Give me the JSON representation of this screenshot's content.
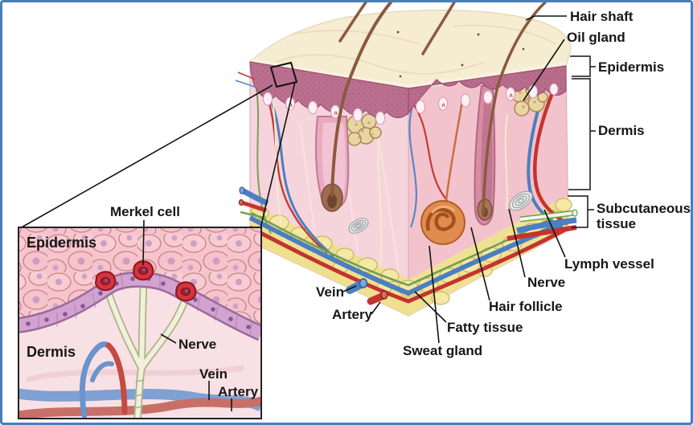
{
  "main": {
    "labels": {
      "hair_shaft": "Hair shaft",
      "oil_gland": "Oil gland",
      "epidermis": "Epidermis",
      "dermis": "Dermis",
      "subcutaneous_line1": "Subcutaneous",
      "subcutaneous_line2": "tissue",
      "lymph_vessel": "Lymph vessel",
      "nerve": "Nerve",
      "hair_follicle": "Hair follicle",
      "fatty_tissue": "Fatty tissue",
      "sweat_gland": "Sweat gland",
      "vein": "Vein",
      "artery": "Artery"
    }
  },
  "inset": {
    "labels": {
      "merkel_cell": "Merkel cell",
      "epidermis": "Epidermis",
      "dermis": "Dermis",
      "nerve": "Nerve",
      "vein": "Vein",
      "artery": "Artery"
    }
  },
  "colors": {
    "frame_border": "#4a7eba",
    "skin_surface": "#f5ecd2",
    "epidermis_band": "#bb6f8e",
    "dermis_pink": "#f3c6cf",
    "fat_yellow": "#eee08e",
    "artery_red": "#c4332f",
    "vein_blue": "#4a7fc1",
    "lymph_green": "#6f9e53",
    "nerve_cream": "#f2eccc",
    "sweat_orange": "#e08c4e",
    "hair_brown": "#8a5a3e",
    "merkel_red": "#d6333e",
    "basal_purple": "#d2a3d0"
  }
}
